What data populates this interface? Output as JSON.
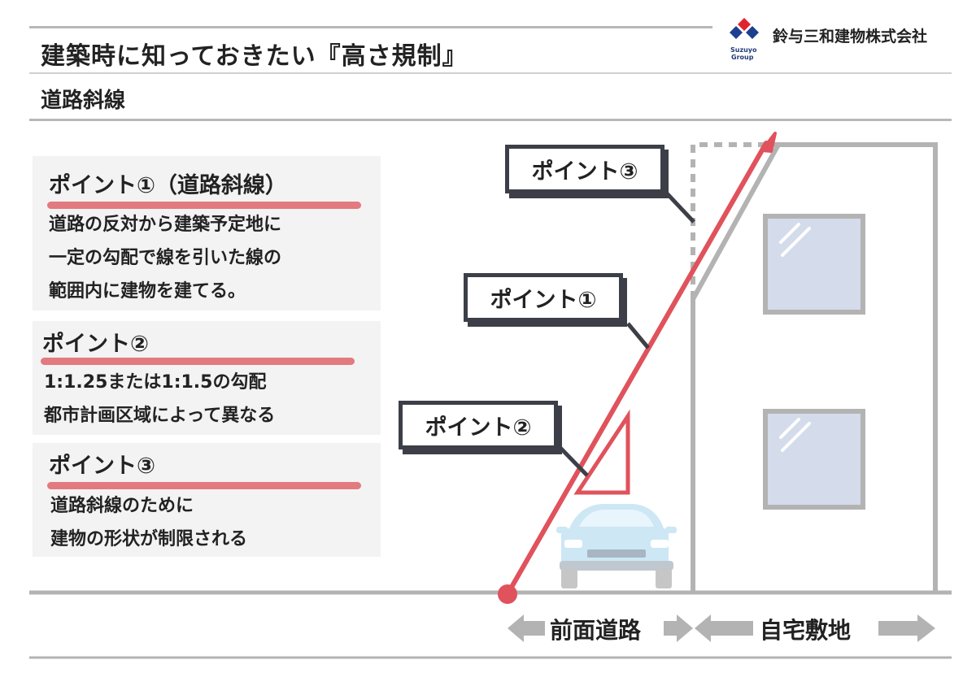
{
  "header": {
    "title": "建築時に知っておきたい『高さ規制』",
    "subtitle": "道路斜線",
    "company": "鈴与三和建物株式会社",
    "logo_line1": "Suzuyo",
    "logo_line2": "Group"
  },
  "cards": [
    {
      "title": "ポイント①（道路斜線）",
      "lines": [
        "道路の反対から建築予定地に",
        "一定の勾配で線を引いた線の",
        "範囲内に建物を建てる。"
      ]
    },
    {
      "title": "ポイント②",
      "lines": [
        "1:1.25または1:1.5の勾配",
        "都市計画区域によって異なる"
      ]
    },
    {
      "title": "ポイント③",
      "lines": [
        "道路斜線のために",
        "建物の形状が制限される"
      ]
    }
  ],
  "callouts": {
    "p1": "ポイント①",
    "p2": "ポイント②",
    "p3": "ポイント③"
  },
  "bottom": {
    "road": "前面道路",
    "site": "自宅敷地"
  },
  "colors": {
    "accent_red": "#e0525c",
    "underline_pink": "#e27a80",
    "building_gray": "#b3b3b3",
    "window_blue": "#d4dbeb",
    "car_blue": "#cde7f5",
    "callout_border": "#3c3f47",
    "logo_blue": "#1d3f8f",
    "logo_red": "#e0242f"
  }
}
